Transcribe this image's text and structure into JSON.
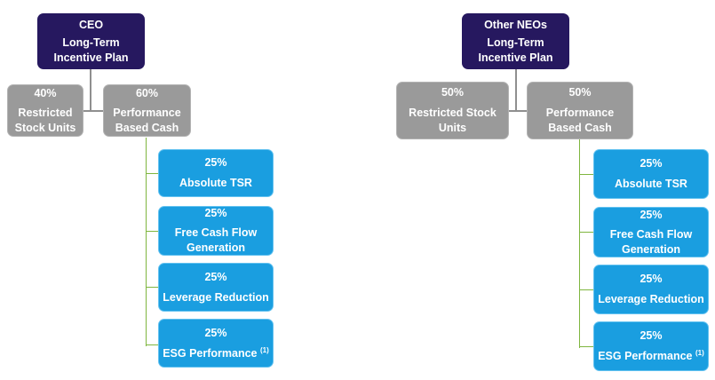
{
  "left": {
    "header": {
      "line1": "CEO",
      "line2": "Long-Term",
      "line3": "Incentive Plan"
    },
    "rsu": {
      "pct": "40%",
      "line1": "Restricted",
      "line2": "Stock Units"
    },
    "pbc": {
      "pct": "60%",
      "line1": "Performance",
      "line2": "Based Cash"
    },
    "metrics": [
      {
        "pct": "25%",
        "label": "Absolute TSR",
        "label2": ""
      },
      {
        "pct": "25%",
        "label": "Free Cash Flow",
        "label2": "Generation"
      },
      {
        "pct": "25%",
        "label": "Leverage Reduction",
        "label2": ""
      },
      {
        "pct": "25%",
        "label": "ESG Performance",
        "footnote": "(1)"
      }
    ]
  },
  "right": {
    "header": {
      "line1": "Other NEOs",
      "line2": "Long-Term",
      "line3": "Incentive Plan"
    },
    "rsu": {
      "pct": "50%",
      "line1": "Restricted Stock",
      "line2": "Units"
    },
    "pbc": {
      "pct": "50%",
      "line1": "Performance",
      "line2": "Based Cash"
    },
    "metrics": [
      {
        "pct": "25%",
        "label": "Absolute TSR",
        "label2": ""
      },
      {
        "pct": "25%",
        "label": "Free Cash Flow",
        "label2": "Generation"
      },
      {
        "pct": "25%",
        "label": "Leverage Reduction",
        "label2": ""
      },
      {
        "pct": "25%",
        "label": "ESG Performance",
        "footnote": "(1)"
      }
    ]
  },
  "colors": {
    "header": "#26185f",
    "grey_box": "#9a9a9a",
    "metric_box": "#1a9ee0",
    "connector_grey": "#8f8f8f",
    "connector_green": "#7fb63f"
  }
}
